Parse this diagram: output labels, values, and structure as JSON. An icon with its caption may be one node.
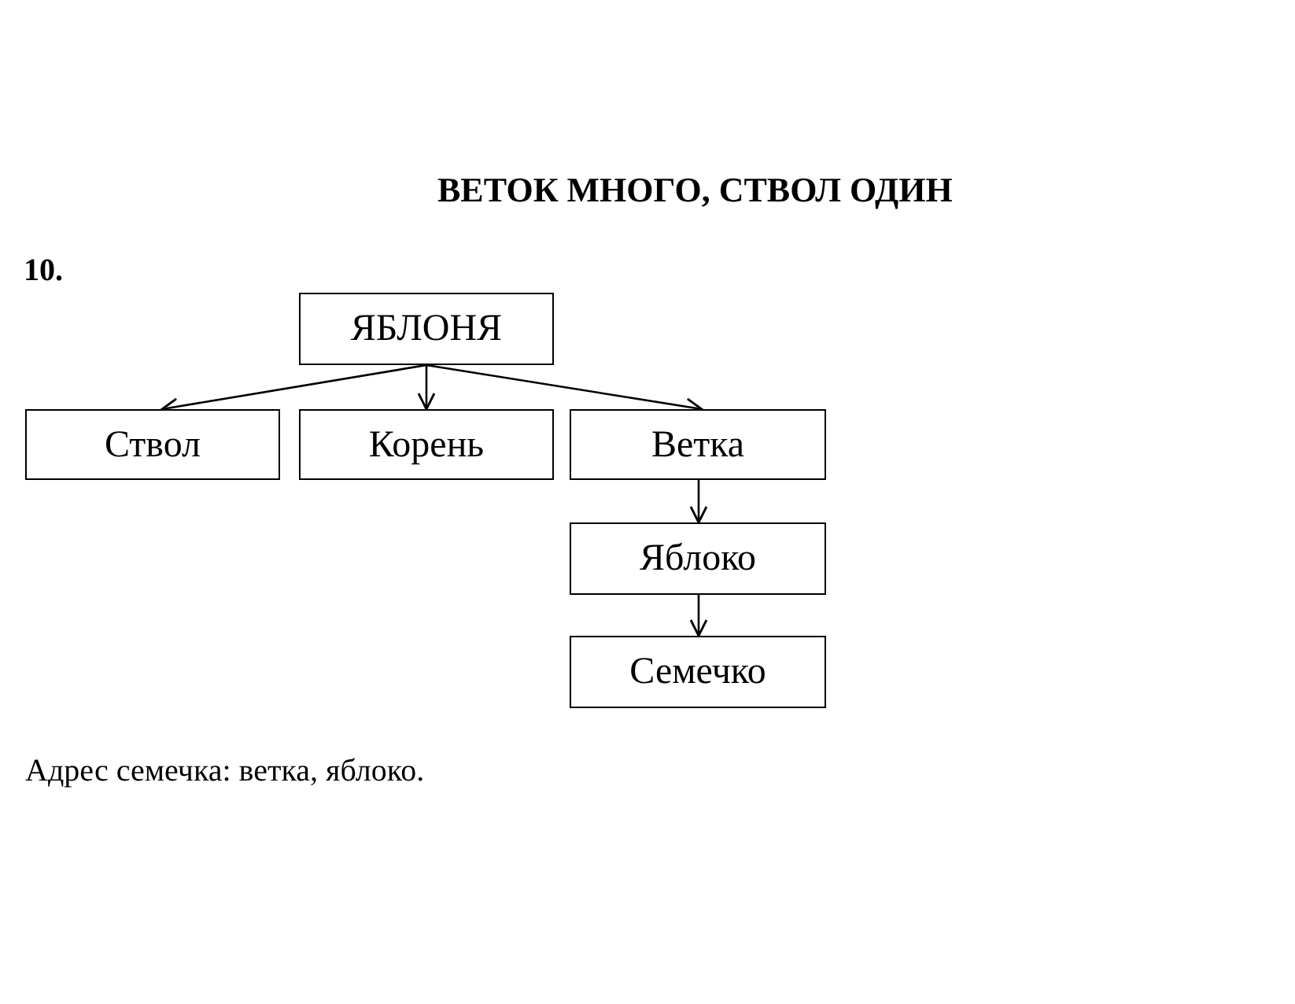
{
  "diagram": {
    "title": "ВЕТОК МНОГО, СТВОЛ ОДИН",
    "nodes": [
      {
        "text": [
          "ЯБЛОНЯ"
        ]
      },
      {
        "text": [
          "Ствол"
        ]
      },
      {
        "text": [
          "Корень"
        ]
      },
      {
        "text": [
          "Ветка"
        ]
      },
      {
        "text": [
          "Яблоко"
        ]
      },
      {
        "text": [
          "Семечко"
        ]
      }
    ],
    "edges": [
      {
        "from": 0,
        "to": 1,
        "arrow": "to"
      },
      {
        "from": 0,
        "to": 2,
        "arrow": "to"
      },
      {
        "from": 0,
        "to": 3,
        "arrow": "to"
      },
      {
        "from": 3,
        "to": 4,
        "arrow": "to"
      },
      {
        "from": 4,
        "to": 5,
        "arrow": "to"
      }
    ],
    "labels": [
      "10.",
      "Адрес семечка: ветка, яблоко."
    ]
  }
}
